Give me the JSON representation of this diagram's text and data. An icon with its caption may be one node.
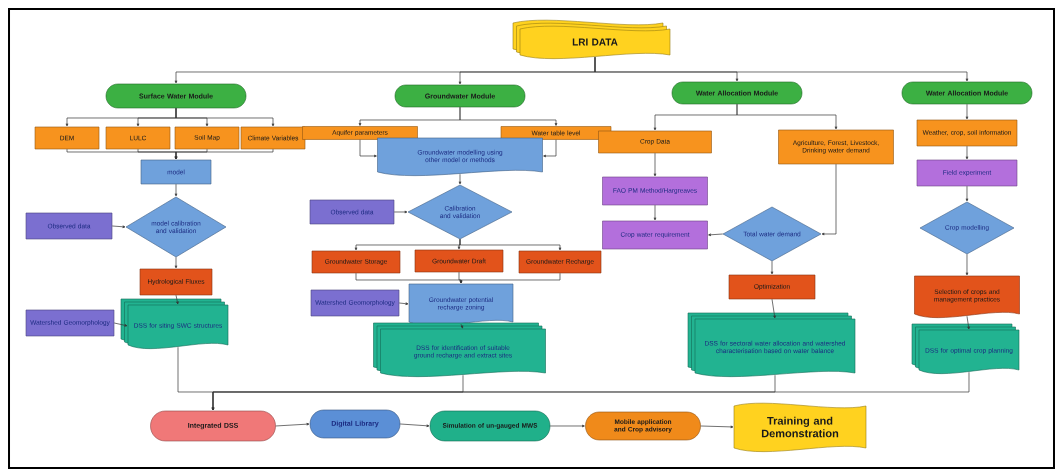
{
  "diagram": {
    "nodes": [
      {
        "text": [
          "LRI DATA"
        ]
      },
      {
        "text": [
          "Surface Water Module"
        ]
      },
      {
        "text": [
          "Groundwater Module"
        ]
      },
      {
        "text": [
          "Water Allocation Module"
        ]
      },
      {
        "text": [
          "Water Allocation Module"
        ]
      },
      {
        "text": [
          "DEM"
        ]
      },
      {
        "text": [
          "LULC"
        ]
      },
      {
        "text": [
          "Soil Map"
        ]
      },
      {
        "text": [
          "Climate Variables"
        ]
      },
      {
        "text": [
          "Aquifer parameters"
        ]
      },
      {
        "text": [
          "Water table level"
        ]
      },
      {
        "text": [
          "Groundwater modelling using other model or methods"
        ]
      },
      {
        "text": [
          "model"
        ]
      },
      {
        "text": [
          "model calibration and validation"
        ]
      },
      {
        "text": [
          "Observed data"
        ]
      },
      {
        "text": [
          "Observed data"
        ]
      },
      {
        "text": [
          "Calibration and validation"
        ]
      },
      {
        "text": [
          "Groundwater Storage"
        ]
      },
      {
        "text": [
          "Groundwater Draft"
        ]
      },
      {
        "text": [
          "Groundwater Recharge"
        ]
      },
      {
        "text": [
          "Hydrological Fluxes"
        ]
      },
      {
        "text": [
          "Watershed Geomorphology"
        ]
      },
      {
        "text": [
          "Groundwater potential recharge zoning"
        ]
      },
      {
        "text": [
          "Watershed Geomorphology"
        ]
      },
      {
        "text": [
          "DSS for siting SWC structures"
        ]
      },
      {
        "text": [
          "DSS for identification of suitable ground recharge and extract sites"
        ]
      },
      {
        "text": [
          "Crop Data"
        ]
      },
      {
        "text": [
          "Agriculture, Forest, Livestock, Drinking water demand"
        ]
      },
      {
        "text": [
          "FAO PM Method/Hargreaves"
        ]
      },
      {
        "text": [
          "Crop water requirement"
        ]
      },
      {
        "text": [
          "Total water demand"
        ]
      },
      {
        "text": [
          "Optimization"
        ]
      },
      {
        "text": [
          "DSS for sectoral water allocation and watershed characterisation based on water balance"
        ]
      },
      {
        "text": [
          "Weather, crop, soil information"
        ]
      },
      {
        "text": [
          "Field experiment"
        ]
      },
      {
        "text": [
          "Crop modelling"
        ]
      },
      {
        "text": [
          "Selection of crops and management practices"
        ]
      },
      {
        "text": [
          "DSS for optimal crop planning"
        ]
      },
      {
        "text": [
          "Integrated DSS"
        ]
      },
      {
        "text": [
          "Digital Library"
        ]
      },
      {
        "text": [
          "Simulation of un-gauged MWS"
        ]
      },
      {
        "text": [
          "Mobile application and Crop advisory"
        ]
      },
      {
        "text": [
          "Training and Demonstration"
        ]
      }
    ],
    "edges": [
      {
        "from": 0,
        "to": 1,
        "arrow": "to"
      },
      {
        "from": 0,
        "to": 2,
        "arrow": "to"
      },
      {
        "from": 0,
        "to": 3,
        "arrow": "to"
      },
      {
        "from": 0,
        "to": 4,
        "arrow": "to"
      },
      {
        "from": 1,
        "to": 5,
        "arrow": "to"
      },
      {
        "from": 1,
        "to": 6,
        "arrow": "to"
      },
      {
        "from": 1,
        "to": 7,
        "arrow": "to"
      },
      {
        "from": 1,
        "to": 8,
        "arrow": "to"
      },
      {
        "from": 5,
        "to": 12,
        "arrow": "to"
      },
      {
        "from": 6,
        "to": 12,
        "arrow": "to"
      },
      {
        "from": 7,
        "to": 12,
        "arrow": "to"
      },
      {
        "from": 8,
        "to": 12,
        "arrow": "to"
      },
      {
        "from": 2,
        "to": 9,
        "arrow": "to"
      },
      {
        "from": 2,
        "to": 10,
        "arrow": "to"
      },
      {
        "from": 9,
        "to": 11,
        "arrow": "to"
      },
      {
        "from": 10,
        "to": 11,
        "arrow": "to"
      },
      {
        "from": 12,
        "to": 13,
        "arrow": "to"
      },
      {
        "from": 14,
        "to": 13,
        "arrow": "to"
      },
      {
        "from": 13,
        "to": 20,
        "arrow": "to"
      },
      {
        "from": 20,
        "to": 24,
        "arrow": "to"
      },
      {
        "from": 23,
        "to": 24,
        "arrow": "to"
      },
      {
        "from": 11,
        "to": 16,
        "arrow": "to"
      },
      {
        "from": 15,
        "to": 16,
        "arrow": "to"
      },
      {
        "from": 16,
        "to": 17,
        "arrow": "to"
      },
      {
        "from": 16,
        "to": 18,
        "arrow": "to"
      },
      {
        "from": 16,
        "to": 19,
        "arrow": "to"
      },
      {
        "from": 17,
        "to": 22,
        "arrow": "to"
      },
      {
        "from": 18,
        "to": 22,
        "arrow": "to"
      },
      {
        "from": 19,
        "to": 22,
        "arrow": "to"
      },
      {
        "from": 21,
        "to": 22,
        "arrow": "to"
      },
      {
        "from": 22,
        "to": 25,
        "arrow": "to"
      },
      {
        "from": 3,
        "to": 26,
        "arrow": "to"
      },
      {
        "from": 3,
        "to": 27,
        "arrow": "to"
      },
      {
        "from": 26,
        "to": 28,
        "arrow": "to"
      },
      {
        "from": 28,
        "to": 29,
        "arrow": "to"
      },
      {
        "from": 30,
        "to": 29,
        "arrow": "to"
      },
      {
        "from": 27,
        "to": 30,
        "arrow": "to"
      },
      {
        "from": 30,
        "to": 31,
        "arrow": "to"
      },
      {
        "from": 31,
        "to": 32,
        "arrow": "to"
      },
      {
        "from": 4,
        "to": 33,
        "arrow": "to"
      },
      {
        "from": 33,
        "to": 34,
        "arrow": "to"
      },
      {
        "from": 34,
        "to": 35,
        "arrow": "to"
      },
      {
        "from": 35,
        "to": 36,
        "arrow": "to"
      },
      {
        "from": 36,
        "to": 37,
        "arrow": "to"
      },
      {
        "from": 24,
        "to": 38,
        "arrow": "to"
      },
      {
        "from": 25,
        "to": 38,
        "arrow": "to"
      },
      {
        "from": 32,
        "to": 38,
        "arrow": "to"
      },
      {
        "from": 37,
        "to": 38,
        "arrow": "to"
      },
      {
        "from": 38,
        "to": 39,
        "arrow": "to"
      },
      {
        "from": 39,
        "to": 40,
        "arrow": "to"
      },
      {
        "from": 40,
        "to": 41,
        "arrow": "to"
      },
      {
        "from": 41,
        "to": 42,
        "arrow": "to"
      }
    ]
  }
}
